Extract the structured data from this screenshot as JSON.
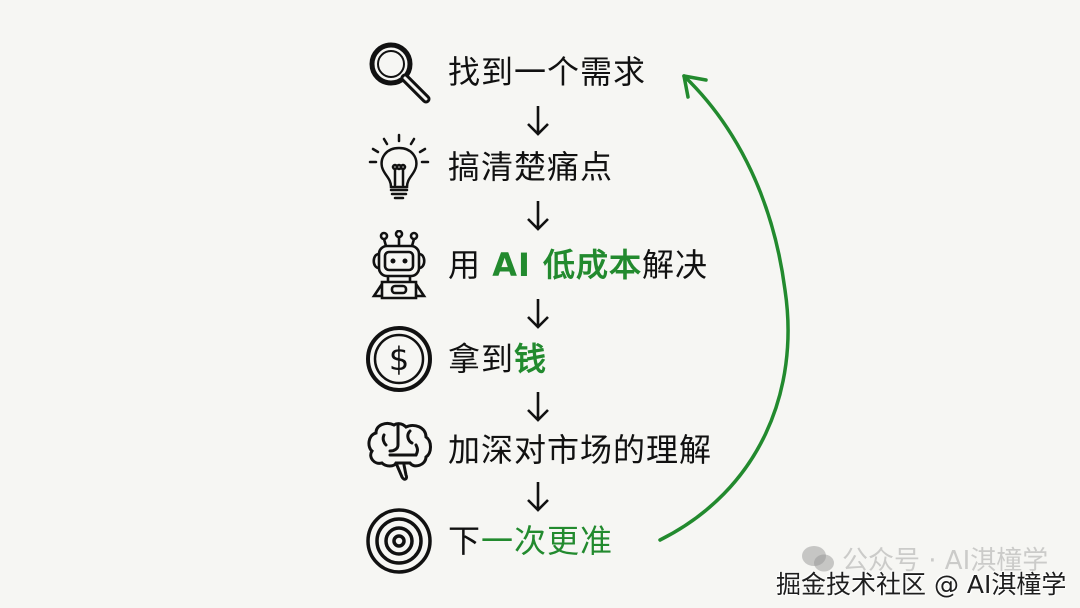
{
  "diagram": {
    "type": "cycle-flow",
    "steps": [
      {
        "icon": "magnifier-icon",
        "text": "找到一个需求"
      },
      {
        "icon": "lightbulb-icon",
        "text": "搞清楚痛点"
      },
      {
        "icon": "robot-icon",
        "parts": {
          "pre": "用 ",
          "highlight": "AI 低成本",
          "post": "解决"
        }
      },
      {
        "icon": "dollar-coin-icon",
        "parts": {
          "pre": "拿到",
          "highlight": "钱"
        }
      },
      {
        "icon": "brain-icon",
        "text": "加深对市场的理解"
      },
      {
        "icon": "target-icon",
        "parts": {
          "pre": "下",
          "highlight": "一次更准"
        }
      }
    ],
    "connector": "down-arrow",
    "loop_arrow": {
      "from": "下一次更准",
      "to": "找到一个需求",
      "color": "#228a2e"
    }
  },
  "colors": {
    "background": "#f6f6f3",
    "text": "#111111",
    "accent": "#228a2e"
  },
  "watermark": {
    "line1": "公众号 · AI淇橦学",
    "line2": "掘金技术社区 @ AI淇橦学"
  }
}
